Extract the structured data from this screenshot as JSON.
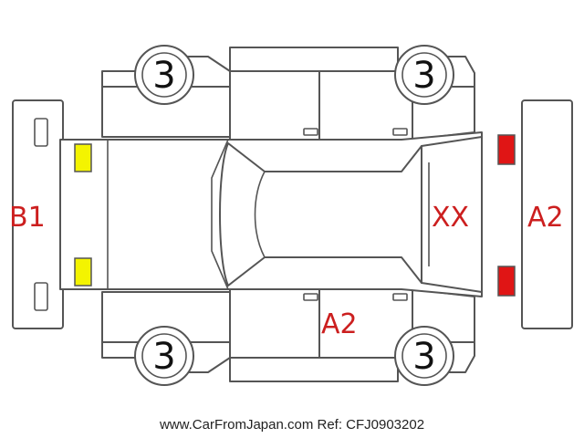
{
  "wheels": {
    "front_left": "3",
    "front_right": "3",
    "rear_left": "3",
    "rear_right": "3"
  },
  "damage_codes": {
    "front_bumper": "B1",
    "rear_bumper": "A2",
    "rear_window": "XX",
    "lower_doors": "A2"
  },
  "footer": "www.CarFromJapan.com Ref: CFJ0903202",
  "colors": {
    "code_text": "#cc1f1f",
    "front_lights": "#f4f400",
    "rear_lights": "#e01515",
    "outline": "#555555"
  }
}
